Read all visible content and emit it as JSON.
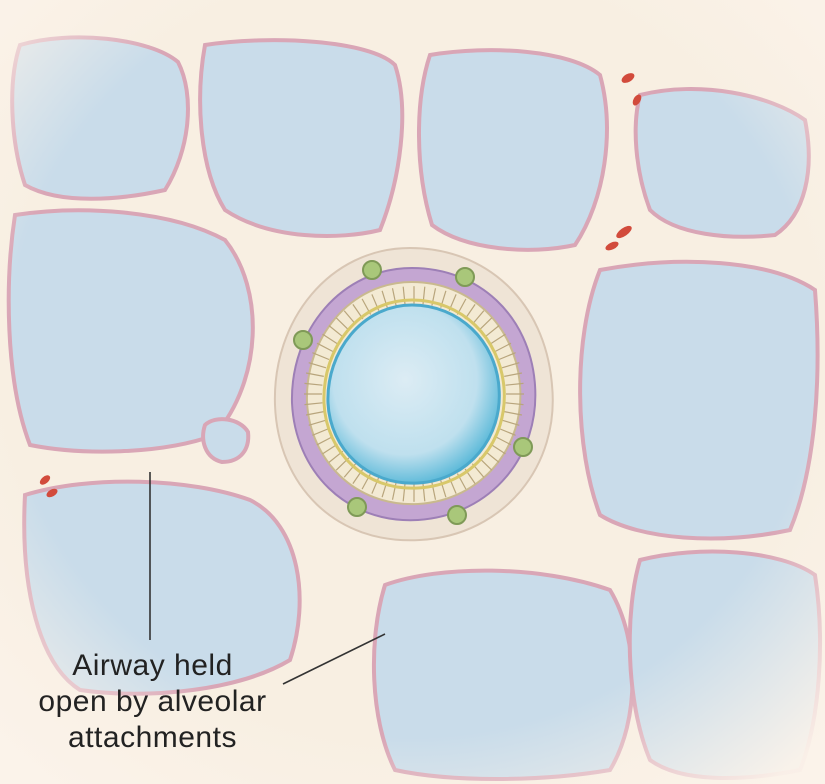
{
  "annotation": {
    "lines": [
      "Airway held",
      "open by alveolar",
      "attachments"
    ]
  },
  "colors": {
    "background": "#fbf3ea",
    "septum": "#f8efe2",
    "alveolus": "#c9dcea",
    "alveolus_rim": "#d9a6b6",
    "smooth_muscle": "#b69ac8",
    "epithelium": "#f3ead3",
    "lumen": "#bfe0ee",
    "goblet_cell": "#a9c77a",
    "red_blood_cell": "#d24b3c",
    "leader_line": "#333333"
  }
}
